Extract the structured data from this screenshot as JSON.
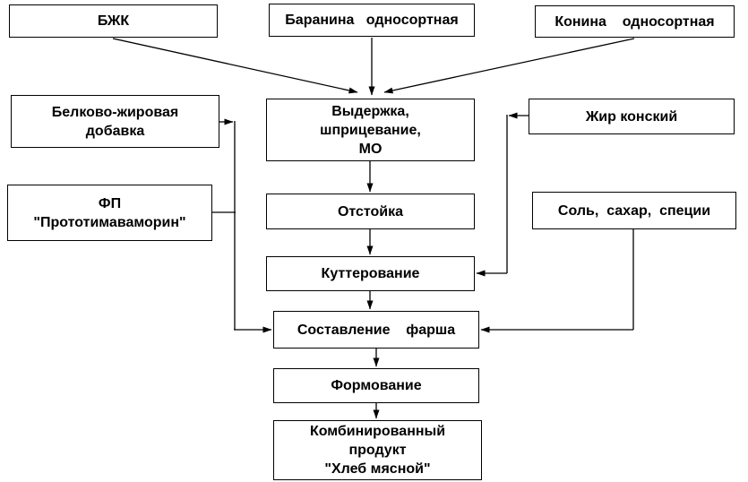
{
  "colors": {
    "background": "#ffffff",
    "box_fill": "#ffffff",
    "box_border": "#000000",
    "text": "#000000",
    "line": "#000000"
  },
  "nodes": {
    "bzhk": {
      "label": "БЖК"
    },
    "baranina": {
      "label": "Баранина   односортная"
    },
    "konina": {
      "label": "Конина    односортная"
    },
    "belkovo": {
      "label": "Белково-жировая\nдобавка"
    },
    "fp": {
      "label": "ФП\n\"Прототимаваморин\""
    },
    "vyderzhka": {
      "label": "Выдержка,\nшприцевание,\nМО"
    },
    "zhir": {
      "label": "Жир конский"
    },
    "otstoyka": {
      "label": "Отстойка"
    },
    "sol": {
      "label": "Соль,  сахар,  специи"
    },
    "kutterovanie": {
      "label": "Куттерование"
    },
    "sostavlenie": {
      "label": "Составление    фарша"
    },
    "formovanie": {
      "label": "Формование"
    },
    "product": {
      "label": "Комбинированный\nпродукт\n\"Хлеб мясной\""
    }
  }
}
